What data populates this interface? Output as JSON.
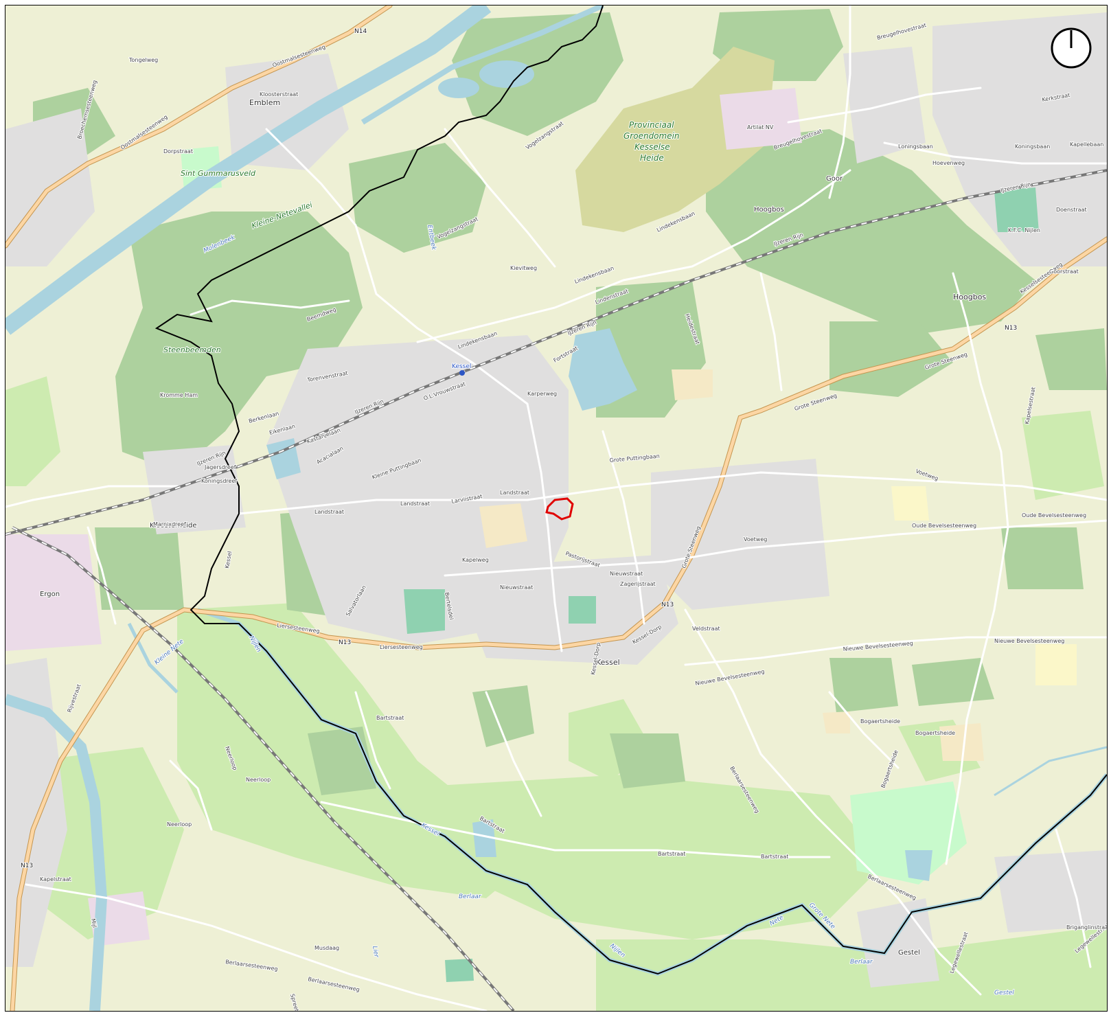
{
  "map": {
    "colors": {
      "background": "#f2efe9",
      "farmland": "#eef0d5",
      "meadow": "#cdebb0",
      "forest": "#add19e",
      "park": "#c8facc",
      "heath": "#d6d99f",
      "residential": "#e0dfdf",
      "building": "#d9d0c9",
      "water": "#aad3df",
      "major_road": "#fcd6a4",
      "major_road_casing": "#c4954f",
      "minor_road": "#ffffff",
      "railway": "#777777",
      "boundary": "#000000",
      "highlight": "#e00000",
      "industrial": "#ebdbe8",
      "sand": "#f5e9c6"
    },
    "place_labels": {
      "emblem": "Emblem",
      "kessel_station": "Kessel",
      "kessel_village": "Kessel",
      "kloosterheide": "Kloosterheide",
      "ergon": "Ergon",
      "goor": "Goor",
      "hoogbos_1": "Hoogbos",
      "hoogbos_2": "Hoogbos",
      "gestel": "Gestel",
      "artilat": "Artilat NV",
      "kfc_nijlen": "K.F.C. Nijlen"
    },
    "park_labels": {
      "steenbeemden": "Steenbeemden",
      "sint_gummarusveld": "Sint Gummarusveld",
      "kessel_heide_1": "Provinciaal",
      "kessel_heide_2": "Groendomein",
      "kessel_heide_3": "Kesselse",
      "kessel_heide_4": "Heide",
      "kleine_netevallei": "Kleine-Netevallei"
    },
    "road_refs": {
      "n14": "N14",
      "n13_a": "N13",
      "n13_b": "N13",
      "n13_c": "N13",
      "n13_d": "N13"
    },
    "street_labels": {
      "oostmalsesteenweg_1": "Oostmalsesteenweg",
      "oostmalsesteenweg_2": "Oostmalsesteenweg",
      "grote_steenweg_1": "Grote Steenweg",
      "grote_steenweg_2": "Grote Steenweg",
      "grote_steenweg_3": "Grote Steenweg",
      "liersesteenweg_1": "Liersesteenweg",
      "liersesteenweg_2": "Liersesteenweg",
      "kesselsesteenweg": "Kesselsesteenweg",
      "lindekensbaan_1": "Lindekensbaan",
      "lindekensbaan_2": "Lindekensbaan",
      "lindekensbaan_3": "Lindekensbaan",
      "landstraat_1": "Landstraat",
      "landstraat_2": "Landstraat",
      "landstraat_3": "Landstraat",
      "nieuwstraat_1": "Nieuwstraat",
      "nieuwstraat_2": "Nieuwstraat",
      "nieuwe_bevelsesteenweg_1": "Nieuwe Bevelsesteenweg",
      "nieuwe_bevelsesteenweg_2": "Nieuwe Bevelsesteenweg",
      "nieuwe_bevelsesteenweg_3": "Nieuwe Bevelsesteenweg",
      "oude_bevelsesteenweg_1": "Oude Bevelsesteenweg",
      "oude_bevelsesteenweg_2": "Oude Bevelsesteenweg",
      "berlaarsesteenweg_1": "Berlaarsesteenweg",
      "berlaarsesteenweg_2": "Berlaarsesteenweg",
      "berlaarsesteenweg_3": "Berlaarsesteenweg",
      "berlaarsesteenweg_4": "Berlaarsesteenweg",
      "bartstraat_1": "Bartstraat",
      "bartstraat_2": "Bartstraat",
      "bartstraat_3": "Bartstraat",
      "bartstraat_4": "Bartstraat",
      "broechemsesteenweg": "Broechemsesteenweg",
      "bruegelhovestraat": "Breugelhovestraat",
      "bruegelhovestraat_2": "Breugelhovestraat",
      "dorpstraat": "Dorpstraat",
      "kloosterstraat": "Kloosterstraat",
      "tongelweg": "Tongelweg",
      "vogelzangstraat_1": "Vogelzangstraat",
      "vogelzangstraat_2": "Vogelzangstraat",
      "kievitweg": "Kievitweg",
      "fortstraat": "Fortstraat",
      "karperweg": "Karperweg",
      "grote_puttingbaan": "Grote Puttingbaan",
      "kleine_puttingbaan": "Kleine Puttingbaan",
      "kapelweg": "Kapelweg",
      "pastorijstraat": "Pastorijstraat",
      "zagerijstraat": "Zagerijstraat",
      "voetweg_1": "Voetweg",
      "voetweg_2": "Voetweg",
      "veldstraat": "Veldstraat",
      "kessel_dorp_1": "Kessel-Dorp",
      "kessel_dorp_2": "Kessel-Dorp",
      "bogaertsheide_1": "Bogaertsheide",
      "bogaertsheide_2": "Bogaertsheide",
      "neerloop_1": "Neerloop",
      "neerloop_2": "Neerloop",
      "neerloop_3": "Neerloop",
      "marnixdreef": "Marnixdreef",
      "jagersdreef": "Jagersdreef",
      "koningsdreef": "Koningsdreef",
      "kromme_ham": "Kromme Ham",
      "beemdweg": "Beemdweg",
      "kessel_label": "Kessel",
      "torenvenstraat": "Torenvenstraat",
      "o_l_vrouwstraat": "O.L.Vrouwstraat",
      "berkenlaan": "Berkenlaan",
      "eikenlaan": "Eikenlaan",
      "kastanjelaan": "Kastanjelaan",
      "acacialaan": "Acacialaan",
      "lindenstraat": "Lindenstraat",
      "lindekens": "Larviistraat",
      "salvatorlaan": "Salvatorlaan",
      "bertelsdel": "Bertelsdel",
      "loningsbaan": "Loningsbaan",
      "koningsbaan": "Koningsbaan",
      "hoevenweg": "Hoevenweg",
      "goorstraat": "Goorstraat",
      "kapellebaan": "Kapellebaan",
      "ijzeren_rijn_1": "IJzeren Rijn",
      "ijzeren_rijn_2": "IJzeren Rijn",
      "ijzeren_rijn_3": "IJzeren Rijn",
      "ijzeren_rijn_4": "IJzeren Rijn",
      "ijzeren_rijn_5": "IJzeren Rijn",
      "heidestraat": "Heidestraat",
      "doenstraat": "Doenstraat",
      "kaasvlieweg": "Kapelsestraat",
      "meer": "Mijl",
      "musdaag": "Musdaag",
      "spreet": "Spreet",
      "kapelstraat_2": "Kapelstraat",
      "ryvest": "Rijvestraat",
      "legewellestraat": "Legewellestraat",
      "legewellestraat_2": "Legewellestraat",
      "bogaertsheide_3": "Bogaertsheide",
      "bregeenstraat": "Briganglinstraat",
      "waltersstraat": "Kerkstraat"
    },
    "water_labels": {
      "kleine_nete": "Kleine Nete",
      "nijlen_1": "Nijlen",
      "nijlen_2": "Nijlen",
      "berlaar_1": "Berlaar",
      "berlaar_2": "Berlaar",
      "kessel_w": "Kessel",
      "gestel_w": "Gestel",
      "entbeek": "Entbeek",
      "molenbeek": "Molenbeek",
      "grote_nete": "Grote Nete",
      "nete": "Nete",
      "lier": "Lier"
    },
    "station_label": "Kessel",
    "north_arrow": "north-arrow"
  }
}
